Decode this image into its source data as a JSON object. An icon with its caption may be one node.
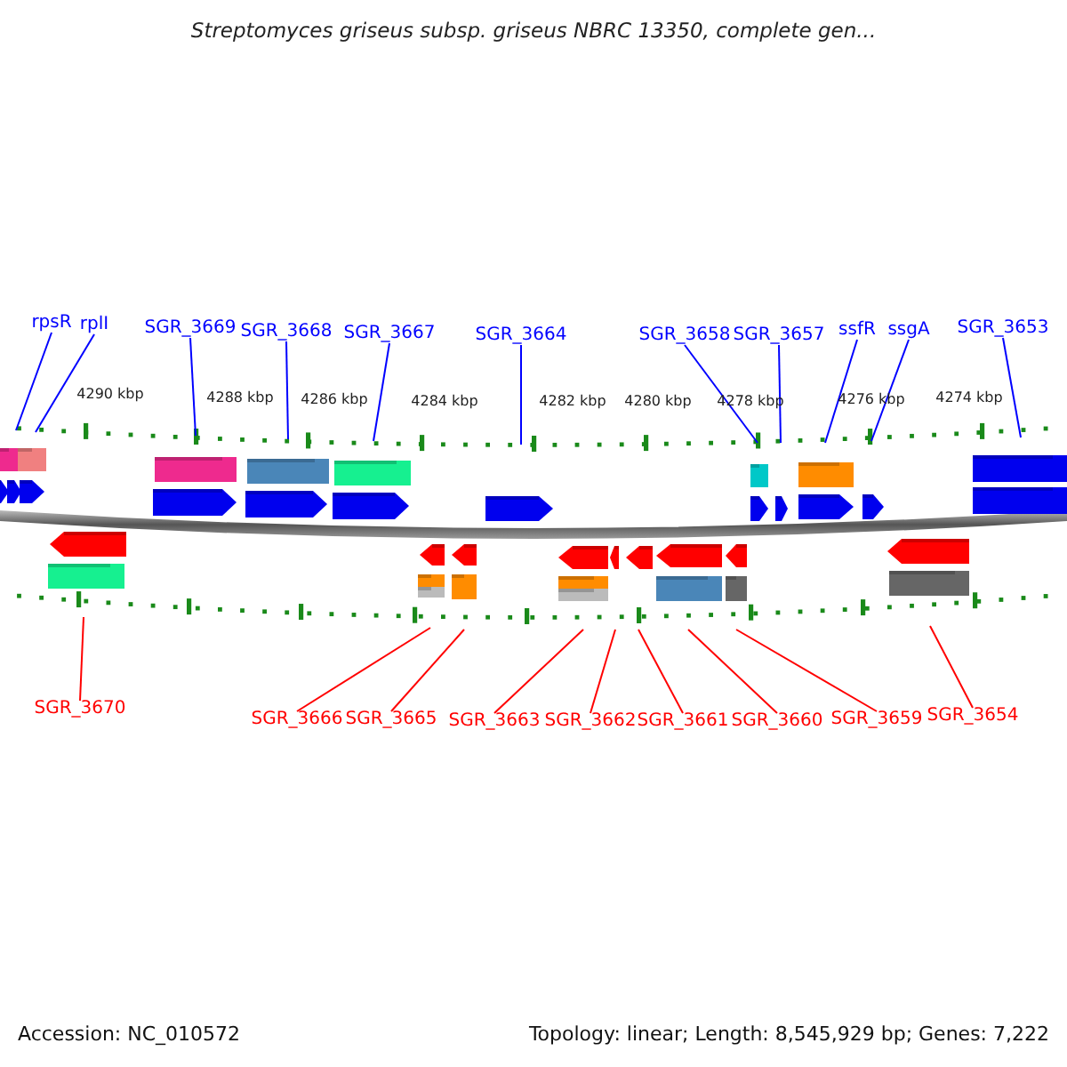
{
  "diagram": {
    "title": "Streptomyces griseus subsp. griseus NBRC 13350, complete gen...",
    "nodes": [
      {
        "text": [
          "rpsR"
        ]
      },
      {
        "text": [
          "rplI"
        ]
      },
      {
        "text": [
          "SGR_3669"
        ]
      },
      {
        "text": [
          "SGR_3668"
        ]
      },
      {
        "text": [
          "SGR_3667"
        ]
      },
      {
        "text": [
          "SGR_3664"
        ]
      },
      {
        "text": [
          "SGR_3658"
        ]
      },
      {
        "text": [
          "SGR_3657"
        ]
      },
      {
        "text": [
          "ssfR"
        ]
      },
      {
        "text": [
          "ssgA"
        ]
      },
      {
        "text": [
          "SGR_3653"
        ]
      },
      {
        "text": [
          "SGR_3670"
        ]
      },
      {
        "text": [
          "SGR_3666"
        ]
      },
      {
        "text": [
          "SGR_3665"
        ]
      },
      {
        "text": [
          "SGR_3663"
        ]
      },
      {
        "text": [
          "SGR_3662"
        ]
      },
      {
        "text": [
          "SGR_3661"
        ]
      },
      {
        "text": [
          "SGR_3660"
        ]
      },
      {
        "text": [
          "SGR_3659"
        ]
      },
      {
        "text": [
          "SGR_3654"
        ]
      }
    ],
    "edges": [
      {
        "from": 0,
        "to": null,
        "arrow": "none"
      },
      {
        "from": 1,
        "to": null,
        "arrow": "none"
      },
      {
        "from": 2,
        "to": null,
        "arrow": "none"
      },
      {
        "from": 3,
        "to": null,
        "arrow": "none"
      },
      {
        "from": 4,
        "to": null,
        "arrow": "none"
      },
      {
        "from": 5,
        "to": null,
        "arrow": "none"
      },
      {
        "from": 6,
        "to": null,
        "arrow": "none"
      },
      {
        "from": 7,
        "to": null,
        "arrow": "none"
      },
      {
        "from": 8,
        "to": null,
        "arrow": "none"
      },
      {
        "from": 9,
        "to": null,
        "arrow": "none"
      },
      {
        "from": 10,
        "to": null,
        "arrow": "none"
      },
      {
        "from": 11,
        "to": null,
        "arrow": "none",
        "color": "#ff0000"
      },
      {
        "from": 12,
        "to": null,
        "arrow": "none",
        "color": "#ff0000"
      },
      {
        "from": 13,
        "to": null,
        "arrow": "none",
        "color": "#ff0000"
      },
      {
        "from": 14,
        "to": null,
        "arrow": "none",
        "color": "#ff0000"
      },
      {
        "from": 15,
        "to": null,
        "arrow": "none",
        "color": "#ff0000"
      },
      {
        "from": 16,
        "to": null,
        "arrow": "none",
        "color": "#ff0000"
      },
      {
        "from": 17,
        "to": null,
        "arrow": "none",
        "color": "#ff0000"
      },
      {
        "from": 18,
        "to": null,
        "arrow": "none",
        "color": "#ff0000"
      },
      {
        "from": 19,
        "to": null,
        "arrow": "none",
        "color": "#ff0000"
      }
    ],
    "labels": [
      "4290 kbp",
      "4288 kbp",
      "4286 kbp",
      "4284 kbp",
      "4282 kbp",
      "4280 kbp",
      "4278 kbp",
      "4276 kbp",
      "4274 kbp",
      "Accession: NC_010572",
      "Topology: linear; Length: 8,545,929 bp; Genes: 7,222"
    ]
  }
}
